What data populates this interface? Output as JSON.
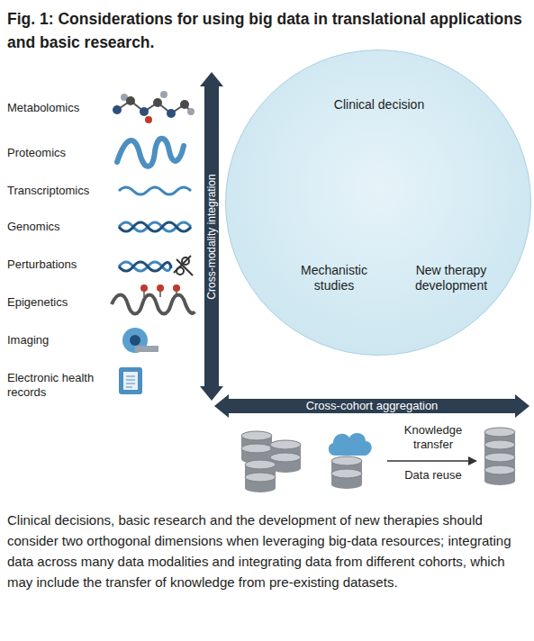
{
  "diagram": {
    "title": "Fig. 1: Considerations for using big data in translational applications and basic research.",
    "caption": "Clinical decisions, basic research and the development of new therapies should consider two orthogonal dimensions when leveraging big-data resources; integrating data across many data modalities and integrating data from different cohorts, which may include the transfer of knowledge from pre-existing datasets.",
    "nodes": [
      {
        "text": [
          "Clinical decision",
          "Mechanistic studies",
          "New therapy development"
        ]
      },
      {
        "text": [
          "Cross-modality integration"
        ]
      },
      {
        "text": [
          "Cross-cohort aggregation"
        ]
      }
    ],
    "labels": [
      "Metabolomics",
      "Proteomics",
      "Transcriptomics",
      "Genomics",
      "Perturbations",
      "Epigenetics",
      "Imaging",
      "Electronic health records",
      "Knowledge transfer",
      "Data reuse"
    ]
  }
}
